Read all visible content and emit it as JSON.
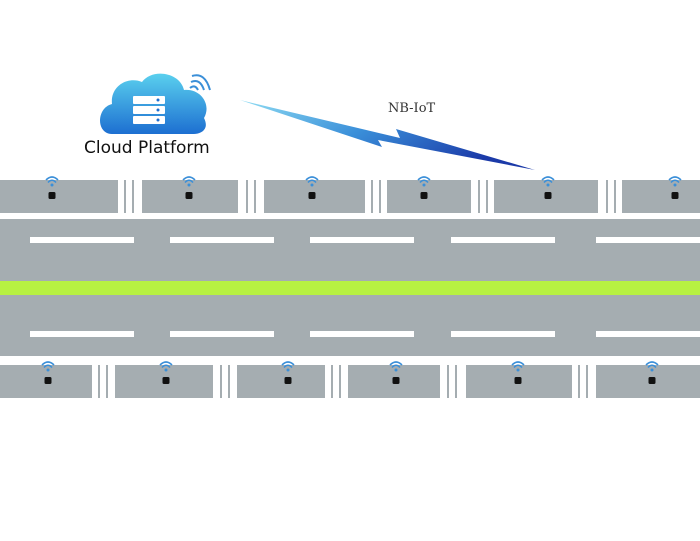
{
  "cloud": {
    "label": "Cloud Platform",
    "icon": "cloud-server-icon"
  },
  "link": {
    "label": "NB-IoT",
    "icon": "lightning-bolt-icon"
  },
  "road": {
    "surface_color": "#a5adb1",
    "median_color": "#b7f142",
    "marking_color": "#ffffff",
    "upper_parking_spaces": 6,
    "lower_parking_spaces": 6,
    "sensor_icon": "wifi-sensor-icon"
  },
  "colors": {
    "cloud_light": "#5ad0ee",
    "cloud_dark": "#1d6fd1",
    "bolt_light": "#7fd3f0",
    "bolt_dark": "#1b3aa8"
  }
}
